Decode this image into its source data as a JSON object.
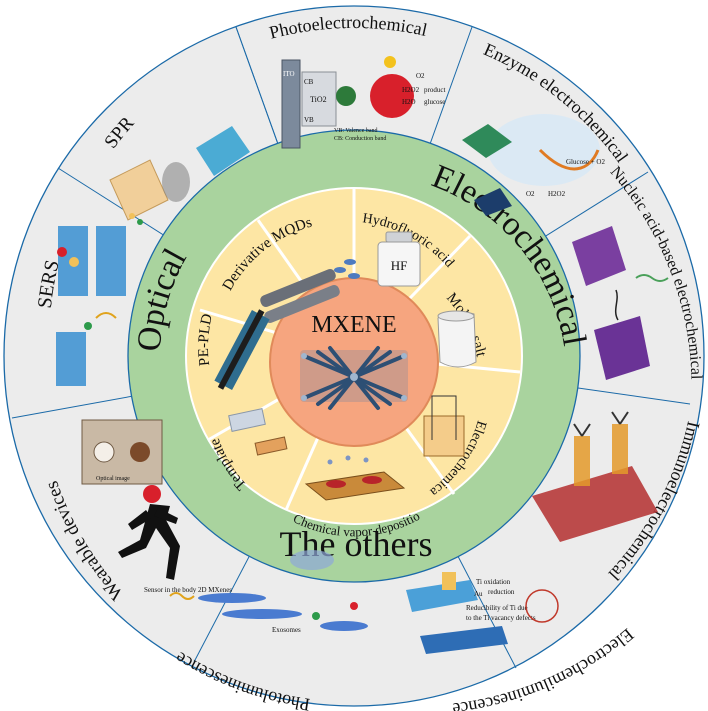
{
  "center": {
    "title": "MXENE"
  },
  "ring_categories": {
    "optical": "Optical",
    "electrochemical": "Electrochemical",
    "others": "The others"
  },
  "synthesis_methods": {
    "derivative_mqds": "Derivative MQDs",
    "hydrofluoric_acid": "Hydrofluoric acid",
    "hf_label": "HF",
    "molten_salt": "Molten salt",
    "electrochemical": "Electrochemical",
    "chemical_vapor_deposition": "Chemical vapor deposition",
    "template": "Template",
    "pe_pld": "PE-PLD"
  },
  "applications": {
    "photoelectrochemical": "Photoelectrochemical",
    "enzyme_electrochemical": "Enzyme electrochemical",
    "nucleic_acid": "Nucleic acid-based electrochemical",
    "immunoelectrochemical": "Immunoelectrochemical",
    "electrochemiluminescence": "Electrochemiluminescence",
    "photoluminescence": "Photoluminescence",
    "wearable_devices": "Wearable devices",
    "sers": "SERS",
    "spr": "SPR"
  },
  "figure_small_text": {
    "pec_ito": "ITO",
    "pec_cb": "CB",
    "pec_vb": "VB",
    "pec_tio2": "TiO2",
    "pec_product": "product",
    "pec_glucose": "glucose",
    "pec_vb_legend": "VB: Valence band",
    "pec_cb_legend": "CB: Conduction band",
    "pec_o2": "O2",
    "pec_h2o2": "H2O2",
    "pec_h2o": "H2O",
    "enzyme_o2": "O2",
    "enzyme_h2o2": "H2O2",
    "enzyme_glucose": "Glucose + O2",
    "wearable_caption": "Sensor in the body",
    "wearable_inset": "Optical image",
    "pl_2d_mxenes": "2D MXenes",
    "pl_exosomes": "Exosomes",
    "ecl_oxidation": "Ti oxidation",
    "ecl_reduction": "reduction",
    "ecl_au": "Au",
    "ecl_note1": "Reducibility of Ti due",
    "ecl_note2": "to the Ti vacancy defects",
    "cvd_label": "Chemical vapor deposition"
  },
  "colors": {
    "outer_ring": "#ececec",
    "green_ring": "#a9d39e",
    "yellow_sector": "#fde6a4",
    "center_fill": "#f6a57f",
    "center_stroke": "#e08a5a"
  },
  "icons": [
    "mxene-structure-icon",
    "hf-bottle-icon",
    "molten-salt-crucible-icon",
    "running-person-icon",
    "sun-icon"
  ]
}
